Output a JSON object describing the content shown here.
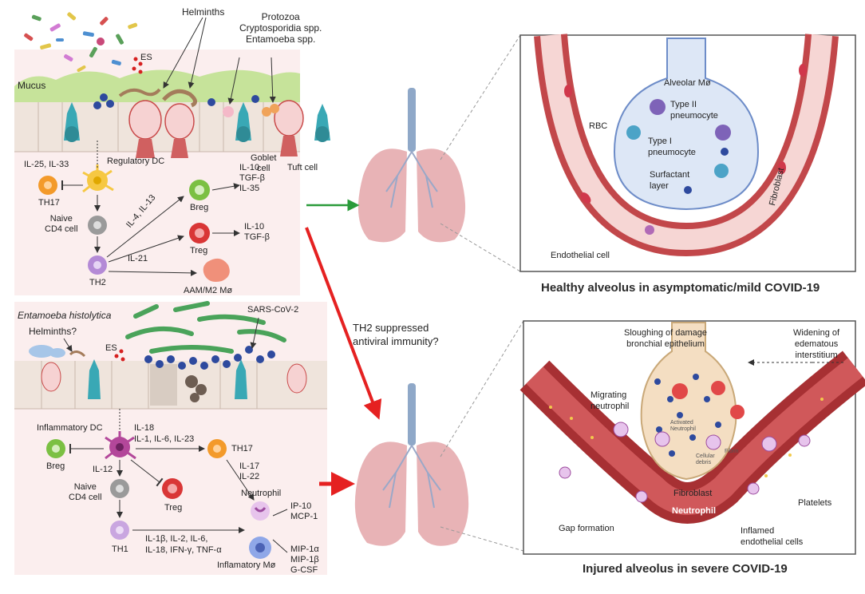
{
  "top_panel": {
    "helminths": "Helminths",
    "protozoa_lines": [
      "Protozoa",
      "Cryptosporidia spp.",
      "Entamoeba spp."
    ],
    "es": "ES",
    "mucus": "Mucus",
    "il25_il33": "IL-25, IL-33",
    "regulatory_dc": "Regulatory DC",
    "goblet_cell_lines": [
      "Goblet",
      "cell"
    ],
    "tuft_cell": "Tuft cell",
    "th17": "TH17",
    "naive_cd4_lines": [
      "Naive",
      "CD4 cell"
    ],
    "th2": "TH2",
    "breg": "Breg",
    "breg_cytokines": [
      "IL-10",
      "TGF-β",
      "IL-35"
    ],
    "il4_il13": "IL-4, IL-13",
    "treg": "Treg",
    "treg_cytokines": [
      "IL-10",
      "TGF-β"
    ],
    "il21": "IL-21",
    "aam_m2": "AAM/M2 Mø"
  },
  "bottom_panel": {
    "entamoeba": "Entamoeba histolytica",
    "helminths_q": "Helminths?",
    "es": "ES",
    "sars_cov2": "SARS-CoV-2",
    "inflammatory_dc": "Inflammatory DC",
    "il18": "IL-18",
    "il1_il6_il23": "IL-1, IL-6, IL-23",
    "breg": "Breg",
    "il12": "IL-12",
    "naive_cd4_lines": [
      "Naive",
      "CD4 cell"
    ],
    "treg": "Treg",
    "th17": "TH17",
    "il17_il22": [
      "IL-17",
      "IL-22"
    ],
    "th1": "TH1",
    "th1_cytokines": [
      "IL-1β,  IL-2, IL-6,",
      "IL-18, IFN-γ, TNF-α"
    ],
    "neutrophil": "Neutrophil",
    "inflammatory_mo": "Inflamatory Mø",
    "ip10_mcp1": [
      "IP-10",
      "MCP-1"
    ],
    "mip_gcsf": [
      "MIP-1α",
      "MIP-1β",
      "G-CSF"
    ]
  },
  "middle": {
    "th2_question_lines": [
      "TH2 suppressed",
      "antiviral immunity?"
    ]
  },
  "healthy_alveolus": {
    "alveolar_mo": "Alveolar Mø",
    "type2_lines": [
      "Type II",
      "pneumocyte"
    ],
    "rbc": "RBC",
    "type1_lines": [
      "Type I",
      "pneumocyte"
    ],
    "surfactant_lines": [
      "Surfactant",
      "layer"
    ],
    "fibroblast": "Fibroblast",
    "endothelial_cell": "Endothelial cell",
    "caption": "Healthy alveolus in asymptomatic/mild COVID-19"
  },
  "injured_alveolus": {
    "sloughing_lines": [
      "Sloughing of damage",
      "bronchial epithelium"
    ],
    "widening_lines": [
      "Widening of",
      "edematous",
      "interstitium"
    ],
    "migrating_lines": [
      "Migrating",
      "neutrophil"
    ],
    "fibroblast": "Fibroblast",
    "platelets": "Platelets",
    "neutrophil": "Neutrophil",
    "gap_formation": "Gap formation",
    "inflamed_lines": [
      "Inflamed",
      "endothelial cells"
    ],
    "activated_neutrophil_lines": [
      "Activated",
      "Neutrophil"
    ],
    "cellular_debris_lines": [
      "Cellular",
      "debris"
    ],
    "fibrin": "Fibrin",
    "caption": "Injured alveolus in severe COVID-19"
  },
  "colors": {
    "mucus": "#c6e39a",
    "epithelium": "#efe4dc",
    "lung": "#e8b3b6",
    "trachea": "#8fa8c8",
    "vessel": "#c2474a",
    "breg": "#7bc043",
    "treg": "#d93636",
    "th2": "#b48ad6",
    "th17": "#f39a2a",
    "red_arrow": "#e52121",
    "green_arrow": "#2a9b3a"
  }
}
